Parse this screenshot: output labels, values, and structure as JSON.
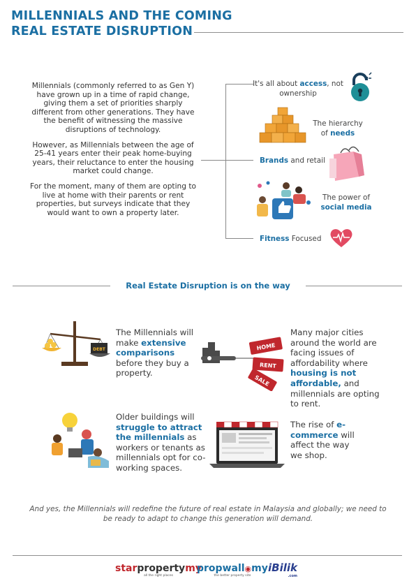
{
  "header": {
    "title_line1": "MILLENNIALS AND THE COMING",
    "title_line2": "REAL ESTATE DISRUPTION"
  },
  "intro": {
    "p1": "Millennials (commonly referred to as Gen Y) have grown up in a time of rapid change, giving them a set of priorities sharply different from other generations. They have the benefit of witnessing the massive disruptions of technology.",
    "p2": "However, as Millennials between the age of 25-41 years enter their peak home-buying years, their reluctance to enter the housing market could change.",
    "p3": "For the moment, many of them are opting to live at home with their parents or rent properties, but surveys indicate that they would want to own a property later."
  },
  "features": [
    {
      "pre": "It's all about ",
      "hl": "access",
      "post": ", not ownership"
    },
    {
      "pre": "The hierarchy of ",
      "hl": "needs",
      "post": ""
    },
    {
      "pre": "",
      "hl": "Brands",
      "post": " and retail"
    },
    {
      "pre": "The power of ",
      "hl": "social media",
      "post": ""
    },
    {
      "pre": "",
      "hl": "Fitness",
      "post": " Focused"
    }
  ],
  "section": {
    "title": "Real Estate Disruption is on the way"
  },
  "items": {
    "comparisons": {
      "pre": "The Millennials will make ",
      "hl": "extensive comparisons",
      "post": " before they buy a property."
    },
    "afford": {
      "pre": "Many major cities around the world are facing issues of affordability where ",
      "hl": "housing is not affordable,",
      "post": " and millennials are opting to rent."
    },
    "older": {
      "pre": "Older buildings will ",
      "hl": "struggle to attract the millennials",
      "post": " as workers or tenants as millennials opt for co-working spaces."
    },
    "ecommerce": {
      "pre": "The rise of ",
      "hl": "e-commerce",
      "post": " will affect the way we shop."
    }
  },
  "tags": {
    "home": "HOME",
    "rent": "RENT",
    "sale": "SALE",
    "debt": "DEBT"
  },
  "closing": "And yes, the Millennials will redefine the future of real estate in Malaysia and globally; we need to be ready to adapt to change this generation will demand.",
  "logos": {
    "star_a": "star",
    "star_b": "property",
    "star_c": "my",
    "star_tag": "all the right places",
    "prop_a": "propwall",
    "prop_c": "my",
    "prop_tag": "the better property site",
    "ibilik": "iBilik",
    "ibilik_tag": ".com"
  },
  "colors": {
    "accent": "#1b6fa3",
    "red": "#c0272d"
  }
}
